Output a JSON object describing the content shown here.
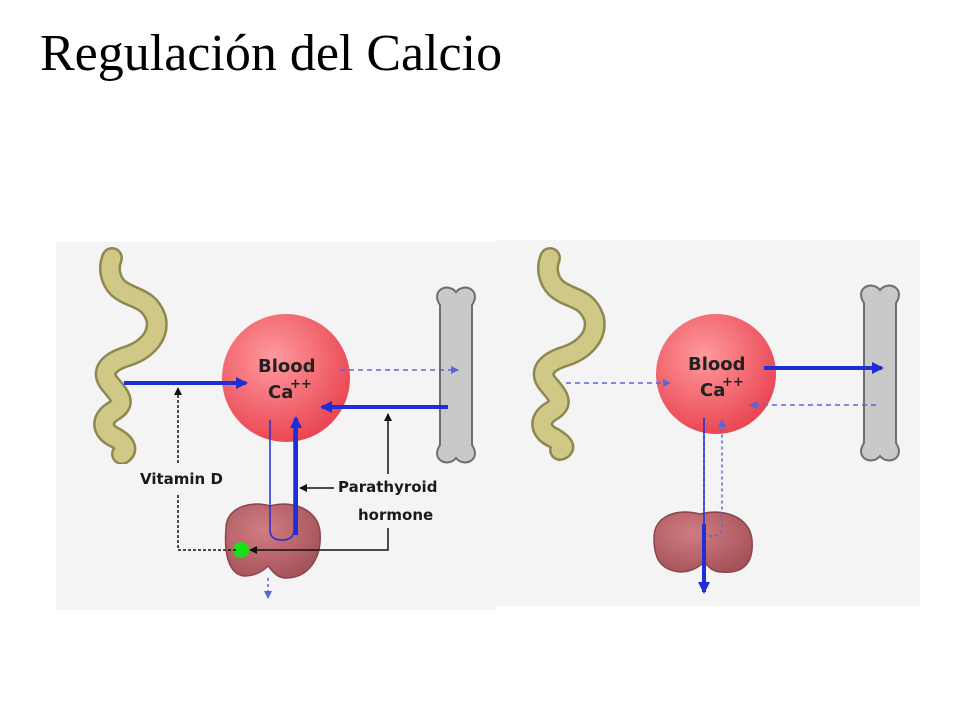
{
  "title": "Regulación del Calcio",
  "left_panel": {
    "blood_label": "Blood",
    "calcium_label": "Ca",
    "calcium_superscript": "++",
    "vitamin_d_label": "Vitamin D",
    "pth_label_line1": "Parathyroid",
    "pth_label_line2": "hormone"
  },
  "right_panel": {
    "blood_label": "Blood",
    "calcium_label": "Ca",
    "calcium_superscript": "++"
  },
  "colors": {
    "arrow": "#1f2fd6",
    "dashed_arrow": "#5a66d8",
    "blood": "#f4606a",
    "gut": "#c8c27a",
    "bone": "#c8c8c8",
    "kidney": "#b5636a",
    "activation_dot": "#18e018",
    "panel_bg": "#f4f4f4"
  }
}
